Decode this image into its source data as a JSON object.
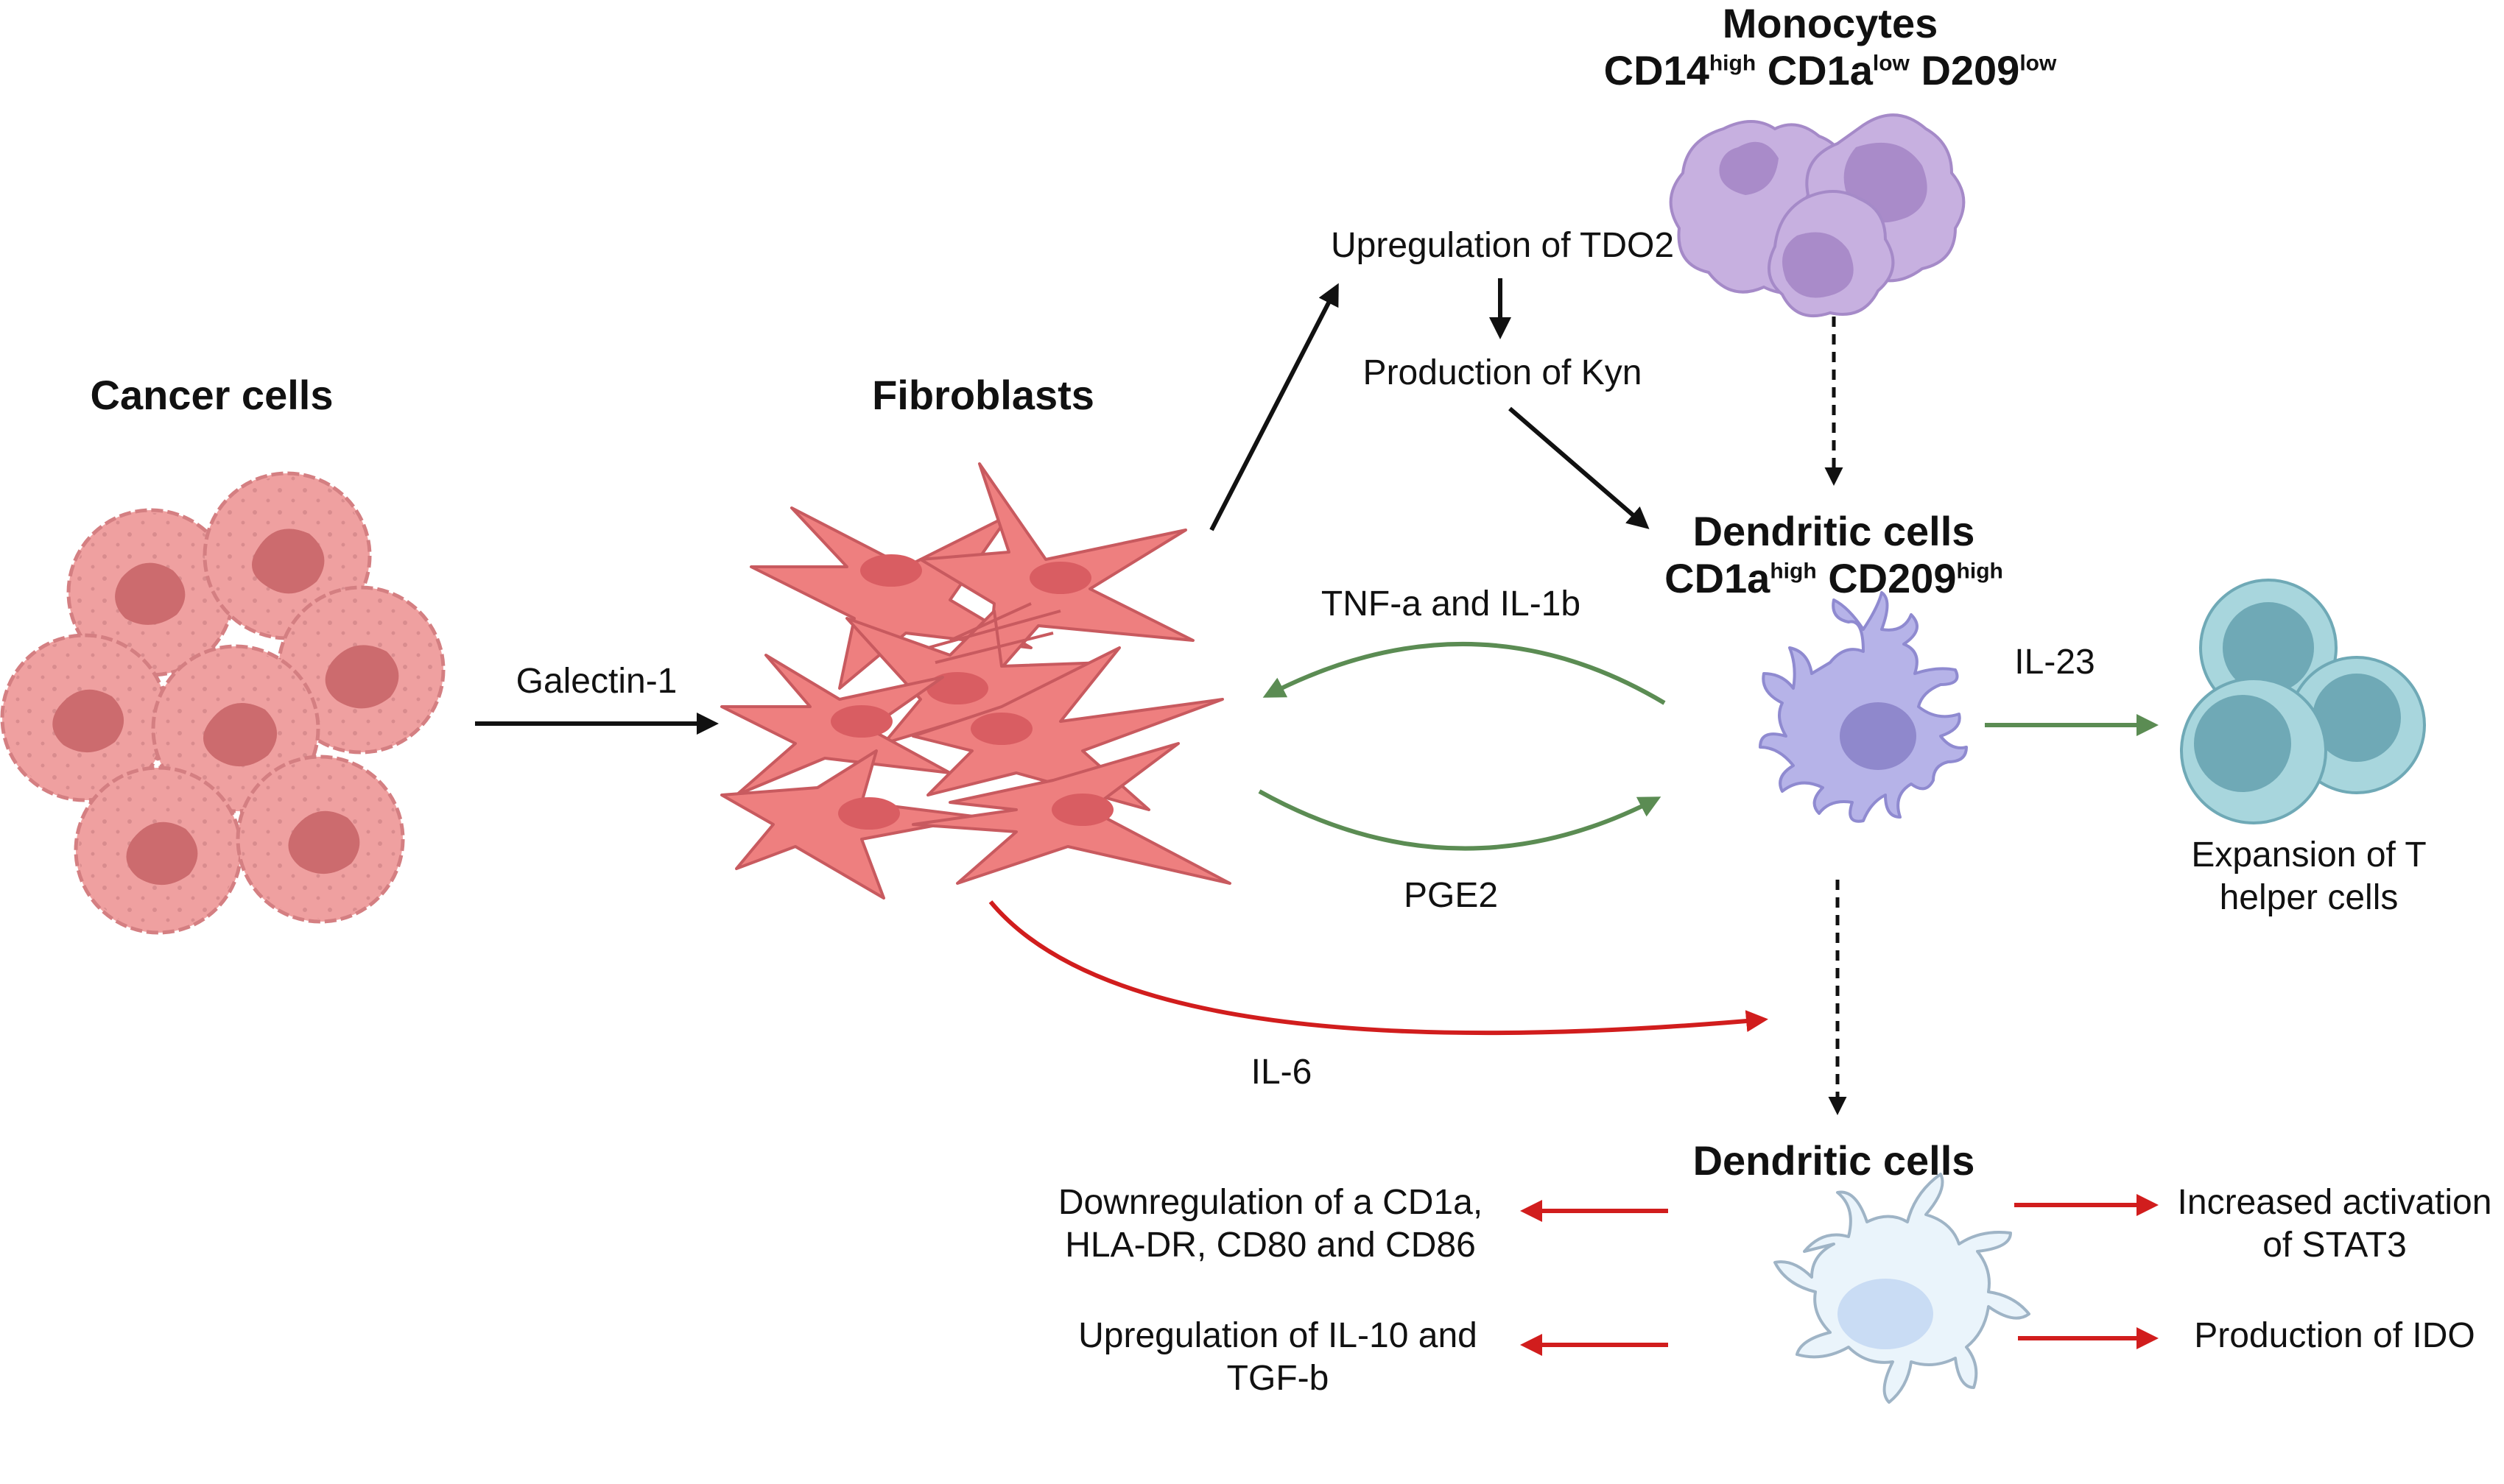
{
  "colors": {
    "cancer_fill": "#EFA0A0",
    "cancer_nucleus": "#CC6B6E",
    "fibroblast_fill": "#EE7F7F",
    "fibroblast_nucleus": "#D95D62",
    "monocyte_fill": "#C7B0E0",
    "monocyte_nucleus": "#A98BC9",
    "dc_fill": "#B6B3E8",
    "dc_nucleus": "#8F88CC",
    "dc2_fill": "#EAF4FB",
    "dc2_nucleus": "#C9DCF4",
    "thelper_fill": "#A8D6DD",
    "thelper_nucleus": "#6FA9B6",
    "arrow_black": "#111111",
    "arrow_green": "#5B8C53",
    "arrow_red": "#D11D1D"
  },
  "icons": [
    "cancer-cell-cluster-icon",
    "fibroblast-network-icon",
    "monocyte-icon",
    "dendritic-cell-icon",
    "immature-dendritic-cell-icon",
    "t-helper-cell-icon"
  ],
  "nodes": {
    "cancer_cells": "Cancer cells",
    "fibroblasts": "Fibroblasts",
    "monocytes": {
      "title": "Monocytes",
      "m1": "CD14",
      "m1_sup": "high",
      "m2": "CD1a",
      "m2_sup": "low",
      "m3": "D209",
      "m3_sup": "low"
    },
    "dendritic_mature": {
      "title": "Dendritic cells",
      "m1": "CD1a",
      "m1_sup": "high",
      "m2": "CD209",
      "m2_sup": "high"
    },
    "dendritic_tolerogenic": {
      "title": "Dendritic cells"
    },
    "t_helper": {
      "line1": "Expansion of T",
      "line2": "helper cells"
    }
  },
  "edges": {
    "galectin": "Galectin-1",
    "tdo2": "Upregulation of TDO2",
    "kyn": "Production of Kyn",
    "tnf": "TNF-a and IL-1b",
    "pge2": "PGE2",
    "il23": "IL-23",
    "il6": "IL-6"
  },
  "effects": {
    "downreg": {
      "line1": "Downregulation of a CD1a,",
      "line2": "HLA-DR, CD80 and CD86"
    },
    "il10": {
      "line1": "Upregulation of IL-10 and",
      "line2": "TGF-b"
    },
    "stat3": {
      "line1": "Increased activation",
      "line2": "of STAT3"
    },
    "ido": {
      "line1": "Production of IDO"
    }
  }
}
